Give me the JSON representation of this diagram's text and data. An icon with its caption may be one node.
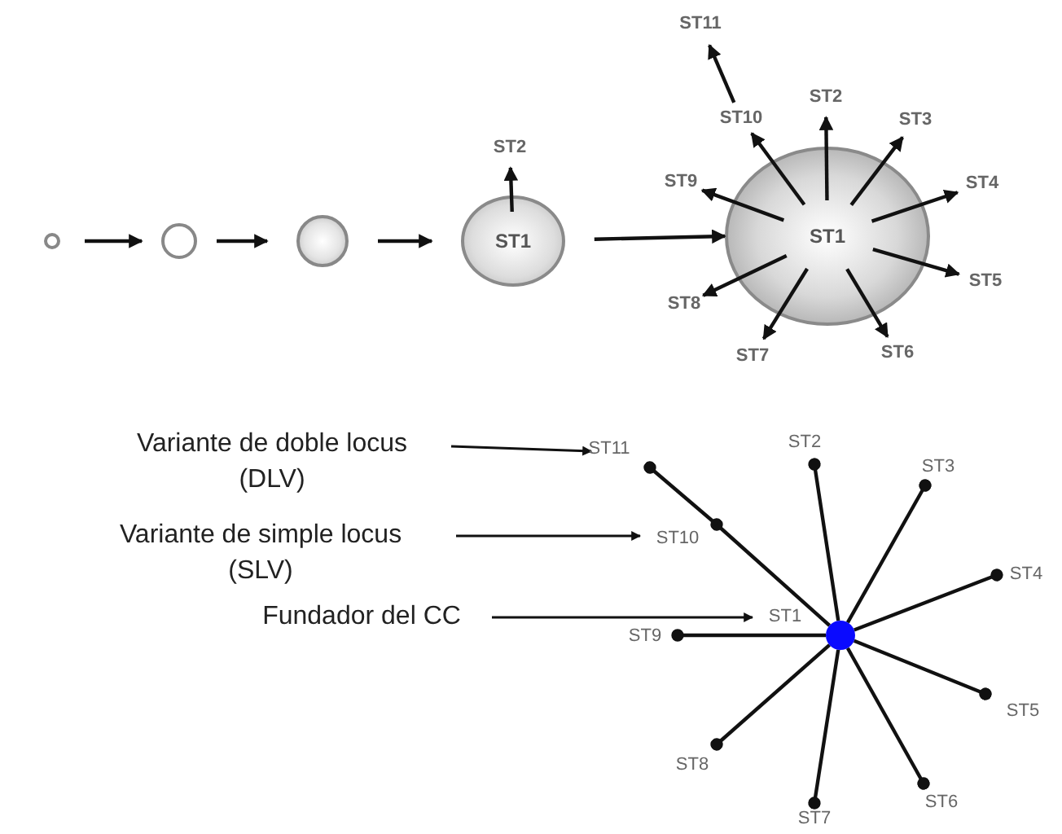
{
  "diagram": {
    "nodes": [
      {
        "text": [],
        "shape": "circle"
      },
      {
        "text": [],
        "shape": "circle"
      },
      {
        "text": [],
        "shape": "circle"
      },
      {
        "text": [
          "ST1"
        ]
      },
      {
        "text": [
          "ST2"
        ]
      },
      {
        "text": [
          "ST11"
        ]
      },
      {
        "text": [
          "ST10"
        ]
      },
      {
        "text": [
          "ST2"
        ]
      },
      {
        "text": [
          "ST3"
        ]
      },
      {
        "text": [
          "ST9"
        ]
      },
      {
        "text": [
          "ST4"
        ]
      },
      {
        "text": [
          "ST1"
        ]
      },
      {
        "text": [
          "ST8"
        ]
      },
      {
        "text": [
          "ST5"
        ]
      },
      {
        "text": [
          "ST7"
        ]
      },
      {
        "text": [
          "ST6"
        ]
      },
      {
        "text": [
          "Variante de doble locus (DLV)"
        ]
      },
      {
        "text": [
          "ST11"
        ]
      },
      {
        "text": [
          "ST2"
        ]
      },
      {
        "text": [
          "ST3"
        ]
      },
      {
        "text": [
          "ST10"
        ]
      },
      {
        "text": [
          "Variante de simple locus (SLV)"
        ]
      },
      {
        "text": [
          "ST4"
        ]
      },
      {
        "text": [
          "Fundador del CC"
        ]
      },
      {
        "text": [
          "ST1"
        ]
      },
      {
        "text": [
          "ST9"
        ]
      },
      {
        "text": [],
        "shape": "circle"
      },
      {
        "text": [
          "ST5"
        ]
      },
      {
        "text": [
          "ST8"
        ]
      },
      {
        "text": [
          "ST6"
        ]
      },
      {
        "text": [
          "ST7"
        ]
      }
    ],
    "edges": [
      {
        "from": 0,
        "to": 1,
        "arrow": "to"
      },
      {
        "from": 1,
        "to": 2,
        "arrow": "to"
      },
      {
        "from": 2,
        "to": 3,
        "arrow": "to"
      },
      {
        "from": 3,
        "to": 4,
        "arrow": "to"
      },
      {
        "from": 3,
        "to": 11,
        "arrow": "to"
      },
      {
        "from": 11,
        "to": 6,
        "arrow": "to"
      },
      {
        "from": 11,
        "to": 7,
        "arrow": "to"
      },
      {
        "from": 11,
        "to": 8,
        "arrow": "to"
      },
      {
        "from": 11,
        "to": 9,
        "arrow": "to"
      },
      {
        "from": 11,
        "to": 10,
        "arrow": "to"
      },
      {
        "from": 11,
        "to": 12,
        "arrow": "to"
      },
      {
        "from": 11,
        "to": 13,
        "arrow": "to"
      },
      {
        "from": 11,
        "to": 14,
        "arrow": "to"
      },
      {
        "from": 11,
        "to": 15,
        "arrow": "to"
      },
      {
        "from": 6,
        "to": 5,
        "arrow": "to"
      },
      {
        "from": 16,
        "to": 17,
        "arrow": "to"
      },
      {
        "from": 21,
        "to": 20,
        "arrow": "to"
      },
      {
        "from": 23,
        "to": 24,
        "arrow": "to"
      },
      {
        "from": 26,
        "to": 20,
        "arrow": "other"
      },
      {
        "from": 20,
        "to": 17,
        "arrow": "other"
      },
      {
        "from": 26,
        "to": 18,
        "arrow": "other"
      },
      {
        "from": 26,
        "to": 19,
        "arrow": "other"
      },
      {
        "from": 26,
        "to": 22,
        "arrow": "other"
      },
      {
        "from": 26,
        "to": 25,
        "arrow": "other"
      },
      {
        "from": 26,
        "to": 27,
        "arrow": "other"
      },
      {
        "from": 26,
        "to": 28,
        "arrow": "other"
      },
      {
        "from": 26,
        "to": 29,
        "arrow": "other"
      },
      {
        "from": 26,
        "to": 30,
        "arrow": "other"
      }
    ]
  }
}
